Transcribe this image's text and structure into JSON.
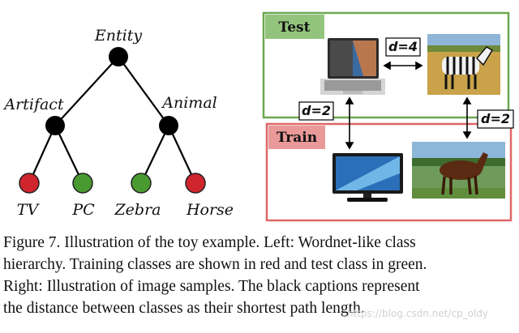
{
  "tree": {
    "root": "Entity",
    "left": "Artifact",
    "right": "Animal",
    "leaves": [
      "TV",
      "PC",
      "Zebra",
      "Horse"
    ]
  },
  "boxes": {
    "test_title": "Test",
    "train_title": "Train"
  },
  "distances": {
    "laptop_zebra": "d=4",
    "laptop_tv": "d=2",
    "zebra_horse": "d=2"
  },
  "colors": {
    "train": "#d0252d",
    "test": "#4a9a32",
    "node": "#000000",
    "test_box_border": "#6aa84f",
    "train_box_border": "#e06666",
    "test_title_bg": "#93c47d",
    "train_title_bg": "#ea9999"
  },
  "caption": {
    "line1": "Figure 7.  Illustration of the toy example. Left: Wordnet-like class",
    "line2": "hierarchy. Training classes are shown in red and test class in green.",
    "line3": "Right: Illustration of image samples. The black captions represent",
    "line4": "the distance between classes as their shortest path length."
  },
  "watermark": "https://blog.csdn.net/cp_oldy"
}
